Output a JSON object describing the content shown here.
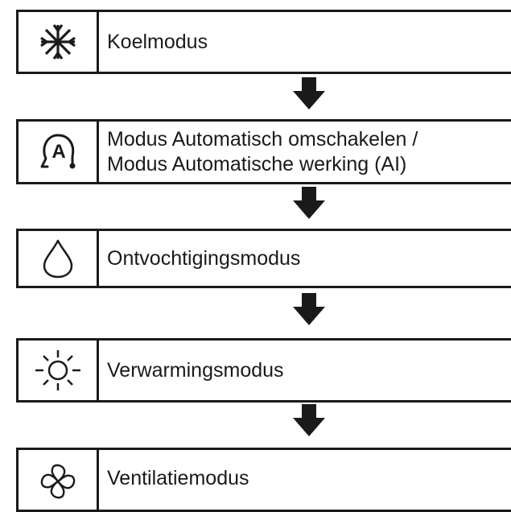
{
  "modes": [
    {
      "icon": "snowflake-icon",
      "label": "Koelmodus"
    },
    {
      "icon": "auto-mode-icon",
      "icon_letter": "A",
      "label_line1": "Modus Automatisch omschakelen /",
      "label_line2": "Modus Automatische werking (AI)"
    },
    {
      "icon": "water-drop-icon",
      "label": "Ontvochtigingsmodus"
    },
    {
      "icon": "sun-icon",
      "label": "Verwarmingsmodus"
    },
    {
      "icon": "fan-icon",
      "label": "Ventilatiemodus"
    }
  ],
  "arrow_icon": "down-arrow-icon",
  "colors": {
    "line": "#1a1a1a",
    "background": "#ffffff"
  }
}
